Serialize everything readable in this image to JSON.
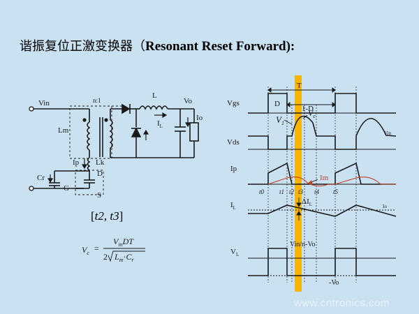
{
  "title": {
    "chinese": "谐振复位正激变换器（",
    "english": "Resonant Reset Forward",
    "suffix": "):"
  },
  "circuit": {
    "vin": "Vin",
    "ratio": "n:1",
    "L": "L",
    "Vo": "Vo",
    "Io": "Io",
    "IL_main": "I",
    "IL_sub": "L",
    "Lm_main": "Lm",
    "Ip": "Ip",
    "Lk": "Lk",
    "Cr": "Cr",
    "G": "G",
    "D": "D",
    "S": "S"
  },
  "interval_label": {
    "open": "[",
    "t2": "t2, ",
    "t3": "t3",
    "close": "]"
  },
  "formula": {
    "lhs_main": "V",
    "lhs_sub": "c",
    "equals": "=",
    "num_V": "V",
    "num_sub": "in",
    "num_rest": "DT",
    "den_2": "2",
    "den_L": "L",
    "den_Lsub": "m",
    "den_dot": "·",
    "den_C": "C",
    "den_Csub": "r"
  },
  "waveforms": {
    "Vgs": "Vgs",
    "Vds": "Vds",
    "Ip": "Ip",
    "IL_main": "I",
    "IL_sub": "L",
    "VL_main": "V",
    "VL_sub": "L",
    "T": "T",
    "D": "D",
    "oneMinusD": "1-D",
    "V1_main": "V",
    "V1_sub": "1",
    "Vc_main": "V",
    "Vc_sub": "c",
    "Vin_small": "Vin",
    "Im": "Im",
    "t0": "t0",
    "t1": "t1",
    "t2": "t2",
    "t3": "t3",
    "t4": "t4",
    "t5": "t5",
    "dIL_main": "ΔI",
    "dIL_sub": "L",
    "Io_small": "Io",
    "VinNVo": "Vin/n-Vo",
    "negVo": "-Vo"
  },
  "watermark": "www.cntronics.com",
  "colors": {
    "background": "#c9e1f1",
    "highlight": "#f7b500",
    "magnetizing_current": "#c0442a",
    "circuit_line": "#1a1a1a"
  }
}
